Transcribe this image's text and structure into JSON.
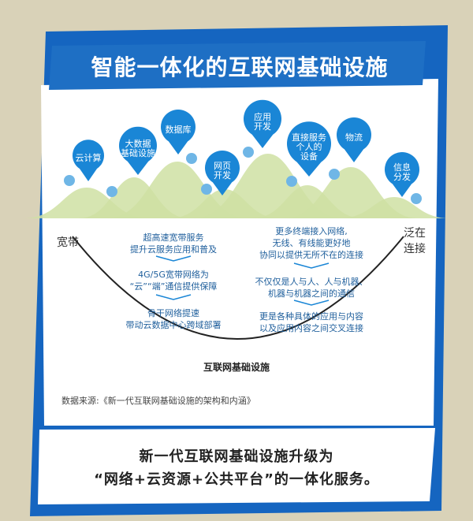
{
  "title": "智能一体化的互联网基础设施",
  "pins": [
    {
      "lines": [
        "云计算"
      ]
    },
    {
      "lines": [
        "大数据",
        "基础设施"
      ]
    },
    {
      "lines": [
        "数据库"
      ]
    },
    {
      "lines": [
        "网页",
        "开发"
      ]
    },
    {
      "lines": [
        "应用",
        "开发"
      ]
    },
    {
      "lines": [
        "直接服务",
        "个人的",
        "设备"
      ]
    },
    {
      "lines": [
        "物流"
      ]
    },
    {
      "lines": [
        "信息",
        "分发"
      ]
    }
  ],
  "left_label": "宽带",
  "right_label": [
    "泛在",
    "连接"
  ],
  "left_items": [
    {
      "line1": "超高速宽带服务",
      "line2": "提升云服务应用和普及"
    },
    {
      "line1": "4G/5G宽带网络为",
      "line2": "“云”“端”通信提供保障"
    },
    {
      "line1": "骨干网络提速",
      "line2": "带动云数据中心跨域部署"
    }
  ],
  "right_items": [
    {
      "line1": "更多终端接入网络,",
      "line2": "无线、有线能更好地",
      "line3": "协同以提供无所不在的连接"
    },
    {
      "line1": "不仅仅是人与人、人与机器、",
      "line2": "机器与机器之间的通信"
    },
    {
      "line1": "更是各种具体的应用与内容",
      "line2": "以及应用内容之间交叉连接"
    }
  ],
  "hub_label": "互联网基础设施",
  "source": "数据来源:《新一代互联网基础设施的架构和内涵》",
  "summary": [
    "新一代互联网基础设施升级为",
    "“网络+云资源+公共平台”的一体化服务。"
  ],
  "colors": {
    "frame_blue": "#1565c0",
    "title_blue": "#1e6fc4",
    "pin_blue": "#1a86d6",
    "dot_blue": "#6fb6e6",
    "hill_green": "#cfe0a3",
    "panel_bg": "#ffffff",
    "lower_bg": "#ffffff",
    "page_bg": "#d9d2b8"
  }
}
